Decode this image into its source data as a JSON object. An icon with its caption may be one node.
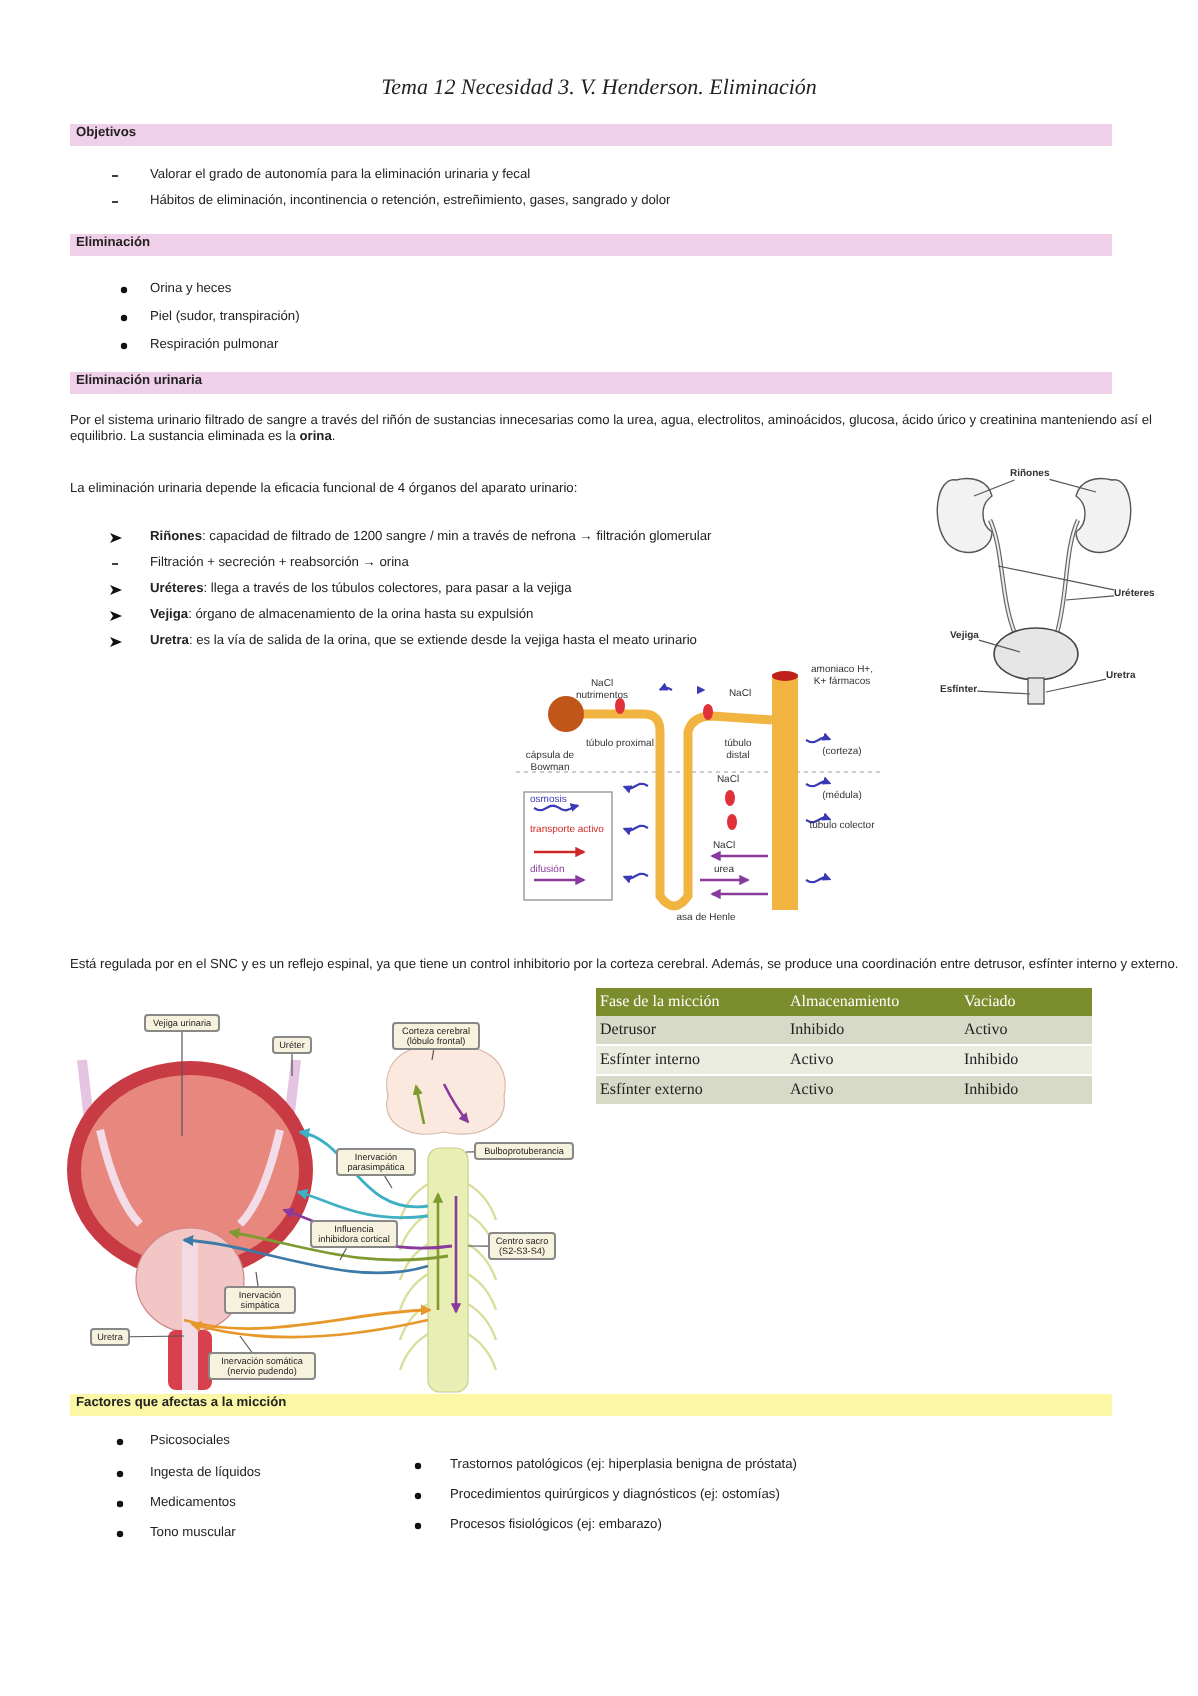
{
  "diagram": {
    "title": "Tema 12 Necesidad 3. V. Henderson. Eliminación",
    "nodes": [
      {
        "text": [
          "Riñones"
        ]
      },
      {
        "text": [
          "Uréteres"
        ]
      },
      {
        "text": [
          "Vejiga"
        ]
      },
      {
        "text": [
          "Esfínter"
        ]
      },
      {
        "text": [
          "Uretra"
        ]
      },
      {
        "text": [
          "Vejiga urinaria"
        ]
      },
      {
        "text": [
          "Uréter"
        ]
      },
      {
        "text": [
          "Corteza cerebral (lóbulo frontal)"
        ]
      },
      {
        "text": [
          "Bulboprotuberancia"
        ]
      },
      {
        "text": [
          "Inervación parasimpática"
        ]
      },
      {
        "text": [
          "Influencia inhibidora cortical"
        ]
      },
      {
        "text": [
          "Centro sacro (S2-S3-S4)"
        ]
      },
      {
        "text": [
          "Inervación simpática"
        ]
      },
      {
        "text": [
          "Uretra"
        ]
      },
      {
        "text": [
          "Inervación somática (nervio pudendo)"
        ]
      }
    ],
    "edges": [
      {
        "from": 0,
        "to": null,
        "arrow": "none"
      },
      {
        "from": 0,
        "to": null,
        "arrow": "none"
      },
      {
        "from": 1,
        "to": null,
        "arrow": "none"
      },
      {
        "from": 1,
        "to": null,
        "arrow": "none"
      },
      {
        "from": 2,
        "to": null,
        "arrow": "none"
      },
      {
        "from": 3,
        "to": null,
        "arrow": "none"
      },
      {
        "from": 4,
        "to": null,
        "arrow": "none"
      },
      {
        "from": 5,
        "to": null,
        "arrow": "none"
      },
      {
        "from": 6,
        "to": null,
        "arrow": "none"
      },
      {
        "from": 7,
        "to": null,
        "arrow": "none"
      },
      {
        "from": 8,
        "to": null,
        "arrow": "none"
      },
      {
        "from": 9,
        "to": null,
        "arrow": "none"
      },
      {
        "from": 10,
        "to": null,
        "arrow": "none"
      },
      {
        "from": 11,
        "to": null,
        "arrow": "none"
      },
      {
        "from": 12,
        "to": null,
        "arrow": "none"
      },
      {
        "from": 13,
        "to": null,
        "arrow": "none"
      },
      {
        "from": 14,
        "to": null,
        "arrow": "none"
      }
    ],
    "labels": [
      "Objetivos",
      "Valorar el grado de autonomía para la eliminación urinaria y fecal",
      "Hábitos de eliminación, incontinencia o retención, estreñimiento, gases, sangrado y dolor",
      "Eliminación",
      "Orina y heces",
      "Piel (sudor, transpiración)",
      "Respiración pulmonar",
      "Eliminación urinaria",
      "Por el sistema urinario filtrado de sangre a través del riñón de sustancias innecesarias como la urea, agua, electrolitos, aminoácidos, glucosa, ácido úrico y creatinina manteniendo así el equilibrio. La sustancia eliminada es la **orina**.",
      "La eliminación urinaria depende la eficacia funcional de 4 órganos del aparato urinario:",
      "**Riñones**: capacidad de filtrado de 1200 sangre / min a través de nefrona → filtración glomerular",
      "Filtración + secreción + reabsorción → orina",
      "**Uréteres**: llega a través de los túbulos colectores, para pasar a la vejiga",
      "**Vejiga**: órgano de almacenamiento de la orina hasta su expulsión",
      "**Uretra**: es la vía de salida de la orina, que se extiende desde la vejiga hasta el meato urinario",
      "NaCl nutrimentos",
      "túbulo proximal",
      "cápsula de Bowman",
      "NaCl",
      "túbulo distal",
      "amoniaco H+, K+ fármacos",
      "(corteza)",
      "NaCl",
      "(médula)",
      "túbulo colector",
      "NaCl",
      "urea",
      "asa de Henle",
      "Está regulada por en el SNC y es un reflejo espinal, ya que tiene un control inhibitorio por la corteza cerebral. Además, se produce una coordinación entre detrusor, esfínter interno y externo.",
      "Fase de la micción",
      "Almacenamiento",
      "Vaciado",
      "Detrusor",
      "Inhibido",
      "Activo",
      "Esfínter interno",
      "Activo",
      "Inhibido",
      "Esfínter externo",
      "Activo",
      "Inhibido",
      "Factores que afectas a la micción",
      "Psicosociales",
      "Ingesta de líquidos",
      "Medicamentos",
      "Tono muscular",
      "Trastornos patológicos (ej: hiperplasia benigna de próstata)",
      "Procedimientos quirúrgicos y diagnósticos (ej: ostomías)",
      "Procesos fisiológicos (ej: embarazo)"
    ],
    "legend": [
      {
        "text": "osmosis"
      },
      {
        "text": "transporte activo"
      },
      {
        "text": "difusión"
      }
    ]
  }
}
